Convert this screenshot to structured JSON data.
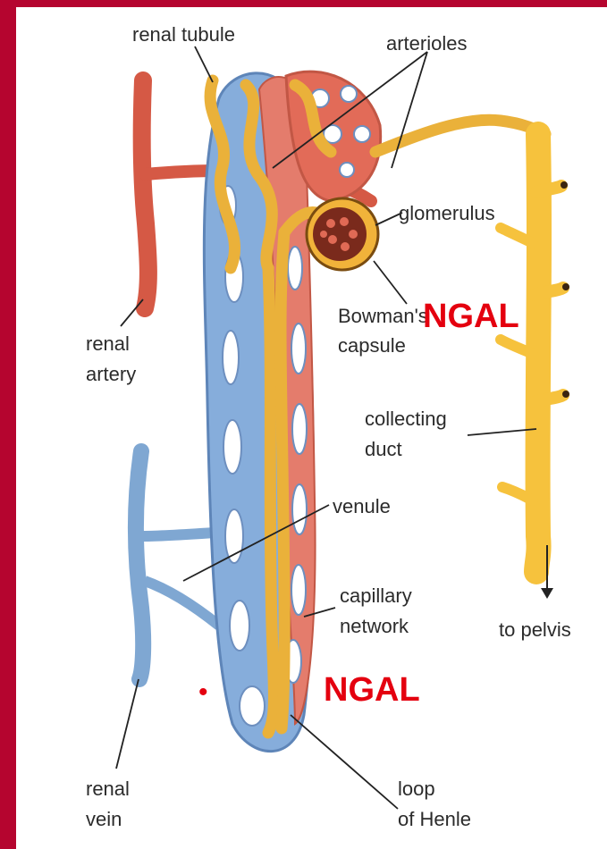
{
  "labels": {
    "renal_tubule": "renal tubule",
    "arterioles": "arterioles",
    "glomerulus": "glomerulus",
    "bowman": "Bowman's",
    "capsule": "capsule",
    "renal_artery": "renal\nartery",
    "collecting_duct": "collecting\nduct",
    "venule": "venule",
    "capillary_network": "capillary\nnetwork",
    "to_pelvis": "to pelvis",
    "renal_vein": "renal\nvein",
    "loop_of_henle": "loop\nof Henle"
  },
  "markers": {
    "ngal_upper": "NGAL",
    "ngal_lower": "NGAL",
    "bullet": "•"
  },
  "colors": {
    "slide_background": "#b5052f",
    "ngal_text": "#e4000f",
    "artery": "#e06a55",
    "vein": "#8fb3d8",
    "tubule": "#f2b63a",
    "duct": "#f7c444",
    "glomerulus": "#7a2a1c"
  }
}
